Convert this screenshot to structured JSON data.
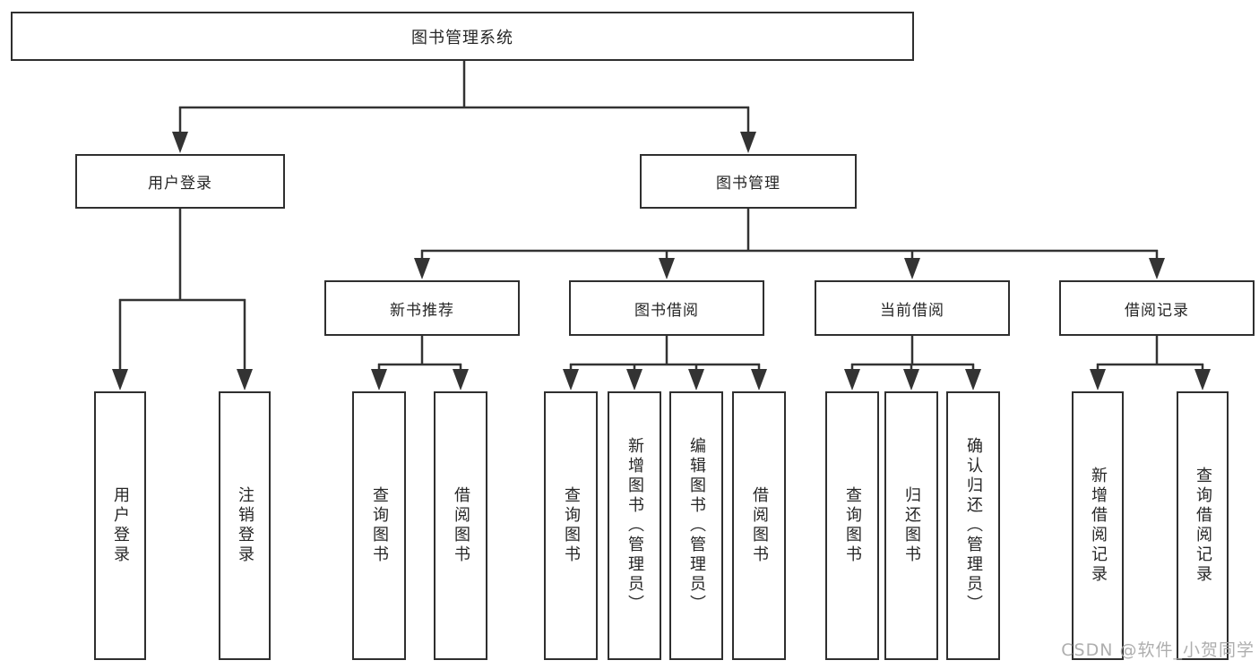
{
  "diagram": {
    "type": "hierarchy-tree",
    "colors": {
      "line": "#333333",
      "box_border": "#2f2f2f",
      "text": "#262626",
      "watermark": "#a6a6a6",
      "background": "#ffffff"
    },
    "tree": {
      "label": "图书管理系统",
      "children": [
        {
          "label": "用户登录",
          "children": [
            {
              "label": "用户登录"
            },
            {
              "label": "注销登录"
            }
          ]
        },
        {
          "label": "图书管理",
          "children": [
            {
              "label": "新书推荐",
              "children": [
                {
                  "label": "查询图书"
                },
                {
                  "label": "借阅图书"
                }
              ]
            },
            {
              "label": "图书借阅",
              "children": [
                {
                  "label": "查询图书"
                },
                {
                  "label": "新增图书（管理员）"
                },
                {
                  "label": "编辑图书（管理员）"
                },
                {
                  "label": "借阅图书"
                }
              ]
            },
            {
              "label": "当前借阅",
              "children": [
                {
                  "label": "查询图书"
                },
                {
                  "label": "归还图书"
                },
                {
                  "label": "确认归还（管理员）"
                }
              ]
            },
            {
              "label": "借阅记录",
              "children": [
                {
                  "label": "新增借阅记录"
                },
                {
                  "label": "查询借阅记录"
                }
              ]
            }
          ]
        }
      ]
    },
    "watermark": "CSDN @软件_小贺同学"
  }
}
